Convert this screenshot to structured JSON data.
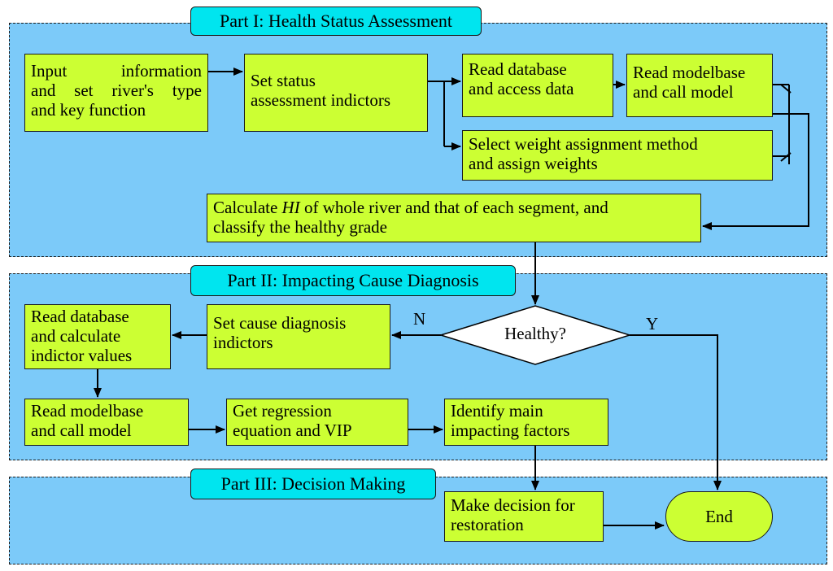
{
  "part1": {
    "title": "Part I: Health Status Assessment",
    "input_box": {
      "line1": "Input information",
      "line2": "and set river's type",
      "line3": "and key function"
    },
    "set_status": {
      "line1": "Set status",
      "line2": "assessment indictors"
    },
    "read_db": {
      "line1": "Read database",
      "line2": "and access data"
    },
    "read_model": {
      "line1": "Read modelbase",
      "line2": "and call model"
    },
    "select_weight": {
      "line1": "Select weight assignment method",
      "line2": "and assign weights"
    },
    "calculate": {
      "pre": "Calculate ",
      "hi": "HI",
      "post": " of whole river and that of each segment, and",
      "line2": "classify the healthy grade"
    }
  },
  "part2": {
    "title": "Part II: Impacting Cause Diagnosis",
    "read_db_calc": {
      "line1": "Read database",
      "line2": "and calculate",
      "line3": "indictor values"
    },
    "set_cause": {
      "line1": "Set cause diagnosis",
      "line2": "indictors"
    },
    "decision": "Healthy?",
    "label_n": "N",
    "label_y": "Y",
    "read_model": {
      "line1": "Read modelbase",
      "line2": "and call model"
    },
    "regression": {
      "line1": "Get regression",
      "line2": "equation and VIP"
    },
    "identify": {
      "line1": "Identify main",
      "line2": "impacting factors"
    }
  },
  "part3": {
    "title": "Part III: Decision Making",
    "make_decision": {
      "line1": "Make decision for",
      "line2": "restoration"
    },
    "end": "End"
  }
}
